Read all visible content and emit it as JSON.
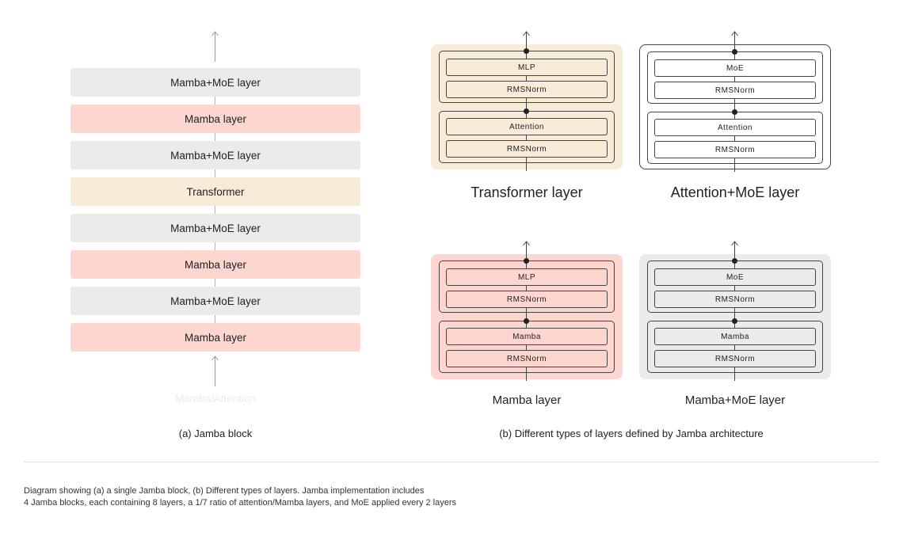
{
  "block": {
    "layers": [
      {
        "label": "Mamba+MoE layer",
        "kind": "gray"
      },
      {
        "label": "Mamba layer",
        "kind": "red"
      },
      {
        "label": "Mamba+MoE layer",
        "kind": "gray"
      },
      {
        "label": "Transformer",
        "kind": "tan"
      },
      {
        "label": "Mamba+MoE layer",
        "kind": "gray"
      },
      {
        "label": "Mamba layer",
        "kind": "red"
      },
      {
        "label": "Mamba+MoE layer",
        "kind": "gray"
      },
      {
        "label": "Mamba layer",
        "kind": "red"
      }
    ],
    "faded_text": "Mamba/Attention",
    "caption": "(a) Jamba block"
  },
  "panels": {
    "transformer": {
      "title": "Transformer layer",
      "top_box": "MLP",
      "top_norm": "RMSNorm",
      "bottom_box": "Attention",
      "bottom_norm": "RMSNorm"
    },
    "attention_moe": {
      "title": "Attention+MoE layer",
      "top_box": "MoE",
      "top_norm": "RMSNorm",
      "bottom_box": "Attention",
      "bottom_norm": "RMSNorm"
    },
    "mamba": {
      "title": "Mamba layer",
      "top_box": "MLP",
      "top_norm": "RMSNorm",
      "bottom_box": "Mamba",
      "bottom_norm": "RMSNorm"
    },
    "mamba_moe": {
      "title": "Mamba+MoE layer",
      "top_box": "MoE",
      "top_norm": "RMSNorm",
      "bottom_box": "Mamba",
      "bottom_norm": "RMSNorm"
    },
    "caption": "(b) Different types of layers defined by Jamba architecture"
  },
  "footnote": {
    "line1": "Diagram showing (a) a single Jamba block, (b) Different types of layers. Jamba implementation includes",
    "line2": "4 Jamba blocks, each containing 8 layers, a 1/7 ratio of attention/Mamba layers, and MoE applied every 2 layers"
  },
  "colors": {
    "gray": "#ebebeb",
    "red": "#fdd6d0",
    "tan": "#f8ebd8",
    "line": "#444444"
  }
}
